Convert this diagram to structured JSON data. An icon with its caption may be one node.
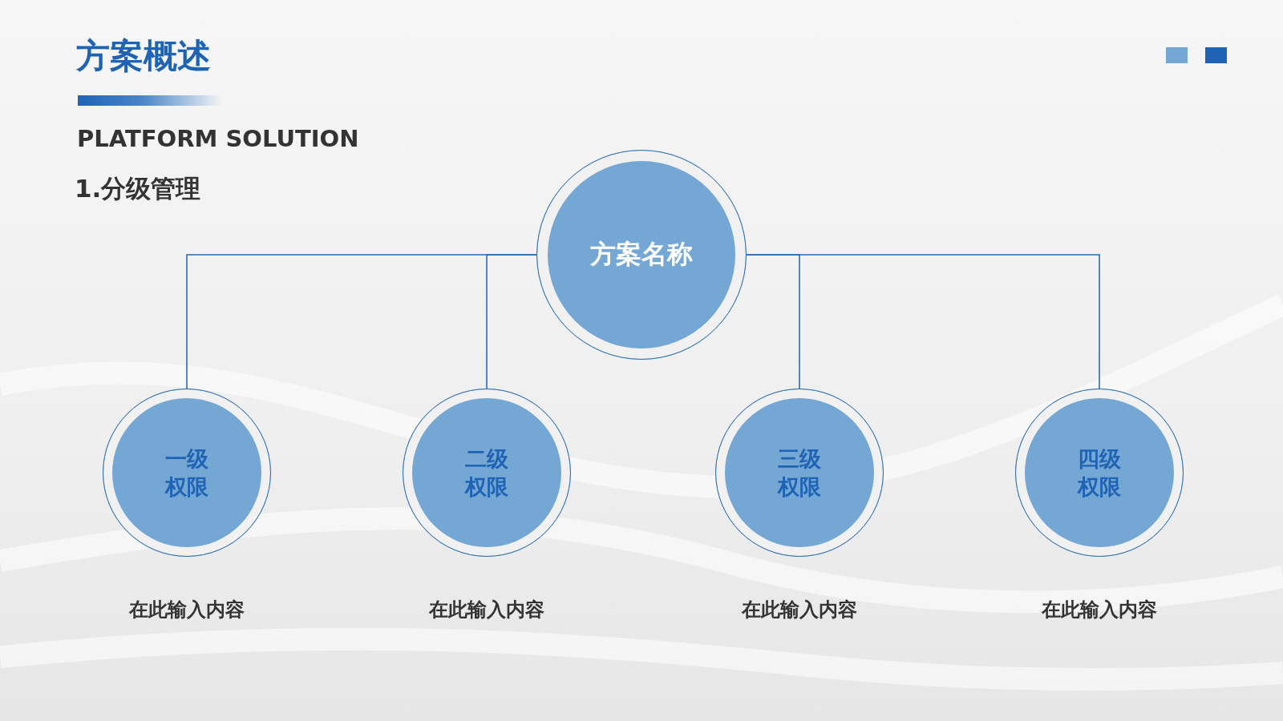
{
  "diagram": {
    "title": "方案概述",
    "nodes": [
      {
        "text": [
          "方案名称"
        ]
      },
      {
        "text": [
          "一级权限"
        ],
        "beside": [
          "在此输入内容"
        ]
      },
      {
        "text": [
          "二级权限"
        ],
        "beside": [
          "在此输入内容"
        ]
      },
      {
        "text": [
          "三级权限"
        ],
        "beside": [
          "在此输入内容"
        ]
      },
      {
        "text": [
          "四级权限"
        ],
        "beside": [
          "在此输入内容"
        ]
      }
    ],
    "edges": [
      {
        "from": 0,
        "to": 1,
        "arrow": "none"
      },
      {
        "from": 0,
        "to": 2,
        "arrow": "none"
      },
      {
        "from": 0,
        "to": 3,
        "arrow": "none"
      },
      {
        "from": 0,
        "to": 4,
        "arrow": "none"
      }
    ],
    "labels": [
      "PLATFORM SOLUTION",
      "1.分级管理"
    ]
  }
}
